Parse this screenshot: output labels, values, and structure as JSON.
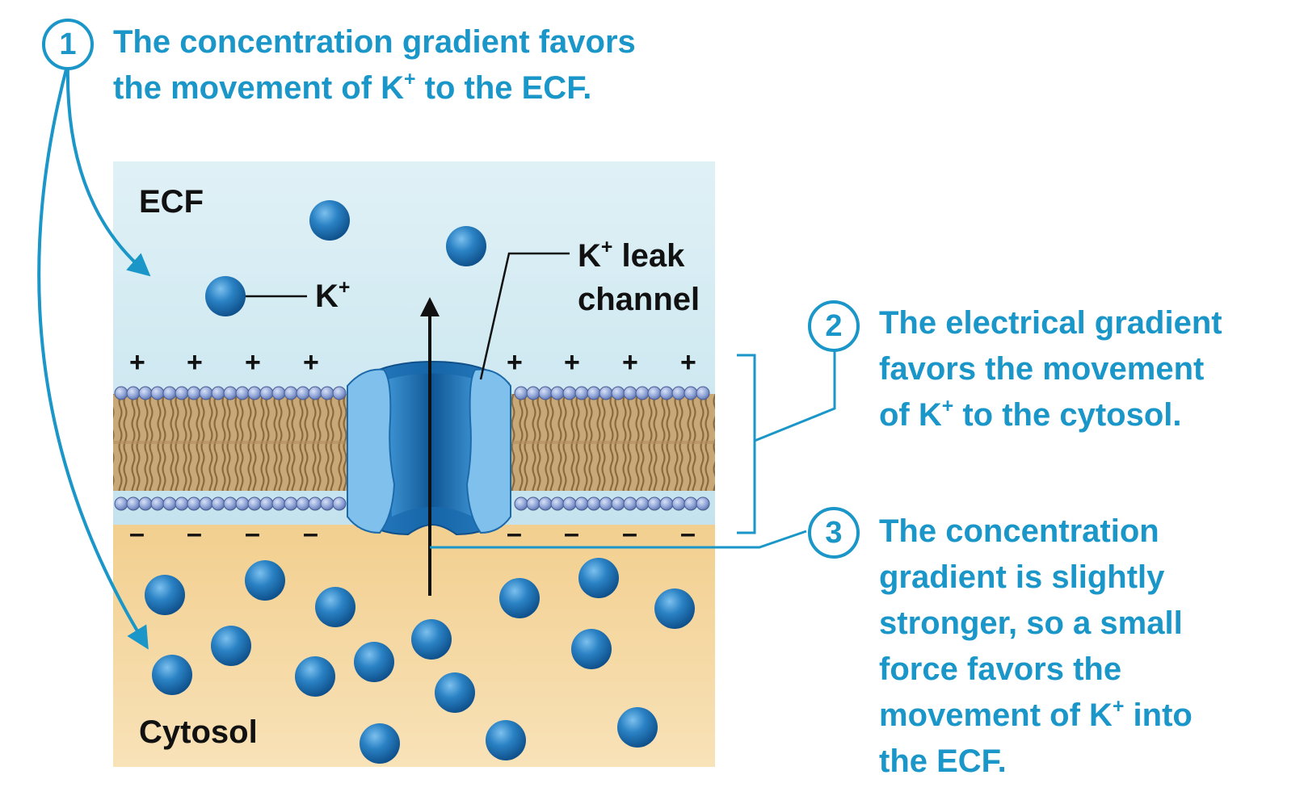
{
  "diagram": {
    "colors": {
      "accent": "#1a96c8",
      "ecf_fill": "#d2eaf2",
      "cytosol_fill": "#f4d49a",
      "ion": "#1f73b5",
      "channel": "#3a97d4"
    },
    "regions": {
      "ecf_label": "ECF",
      "cytosol_label": "Cytosol"
    },
    "ion_label": "K",
    "ion_charge": "+",
    "channel_label_line1_pre": "K",
    "channel_label_line1_sup": "+",
    "channel_label_line1_post": " leak",
    "channel_label_line2": "channel",
    "membrane_charges": {
      "outer_sign": "+",
      "inner_sign": "–"
    },
    "steps": [
      {
        "number": "1",
        "line1": "The concentration gradient favors",
        "line2_pre": "the movement of K",
        "line2_sup": "+",
        "line2_post": " to the ECF."
      },
      {
        "number": "2",
        "line1": "The electrical gradient",
        "line2": "favors the movement",
        "line3_pre": "of K",
        "line3_sup": "+",
        "line3_post": " to the cytosol."
      },
      {
        "number": "3",
        "line1": "The concentration",
        "line2": "gradient is slightly",
        "line3": "stronger, so a small",
        "line4": "force favors the",
        "line5_pre": "movement of K",
        "line5_sup": "+",
        "line5_post": " into",
        "line6": "the ECF."
      }
    ]
  }
}
